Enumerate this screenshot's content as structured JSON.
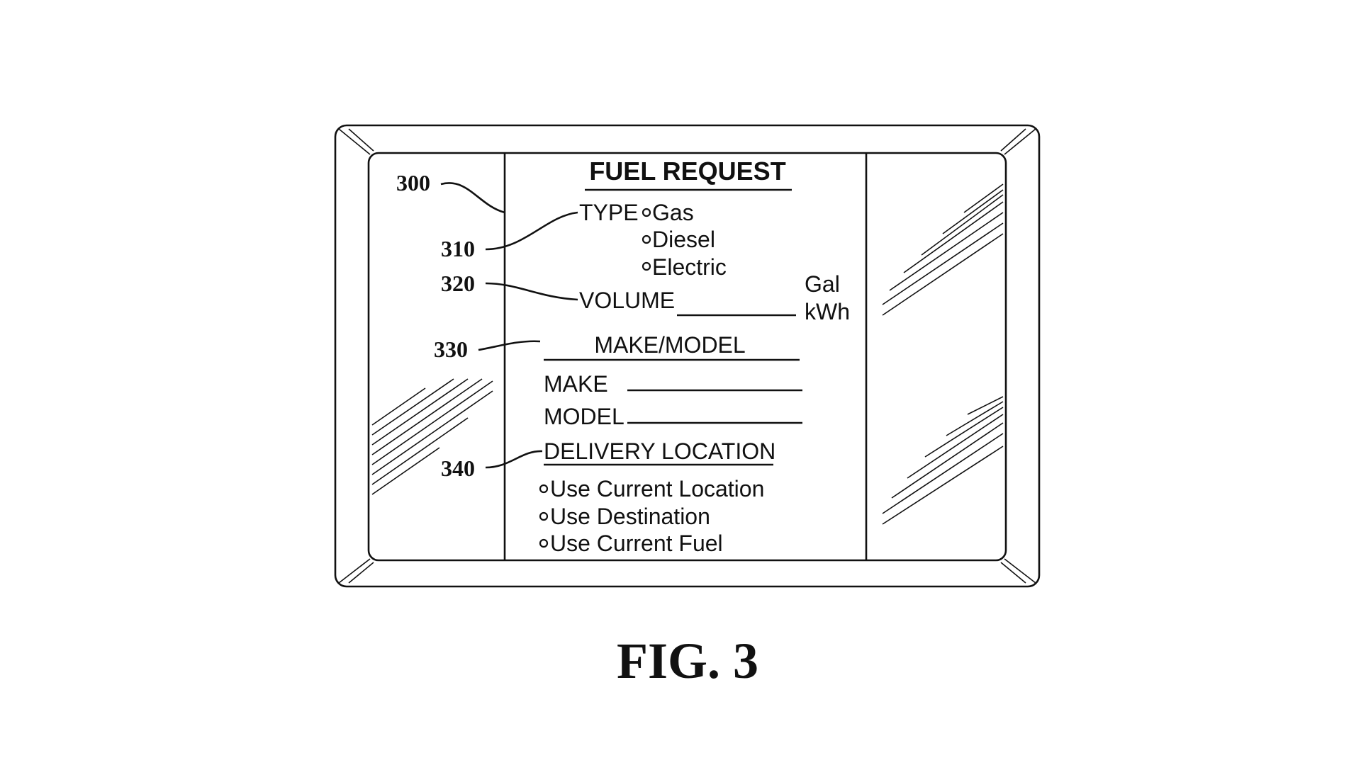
{
  "figure": {
    "caption": "FIG. 3",
    "screen": {
      "title": "FUEL REQUEST",
      "type": {
        "label": "TYPE",
        "options": [
          "Gas",
          "Diesel",
          "Electric"
        ]
      },
      "volume": {
        "label": "VOLUME",
        "units": [
          "Gal",
          "kWh"
        ]
      },
      "make_model": {
        "heading": "MAKE/MODEL",
        "make_label": "MAKE",
        "model_label": "MODEL"
      },
      "delivery": {
        "heading": "DELIVERY LOCATION",
        "options": [
          "Use Current Location",
          "Use Destination",
          "Use Current Fuel"
        ]
      }
    },
    "reference_numerals": {
      "screen": "300",
      "type": "310",
      "volume": "320",
      "make_model": "330",
      "delivery": "340"
    }
  }
}
